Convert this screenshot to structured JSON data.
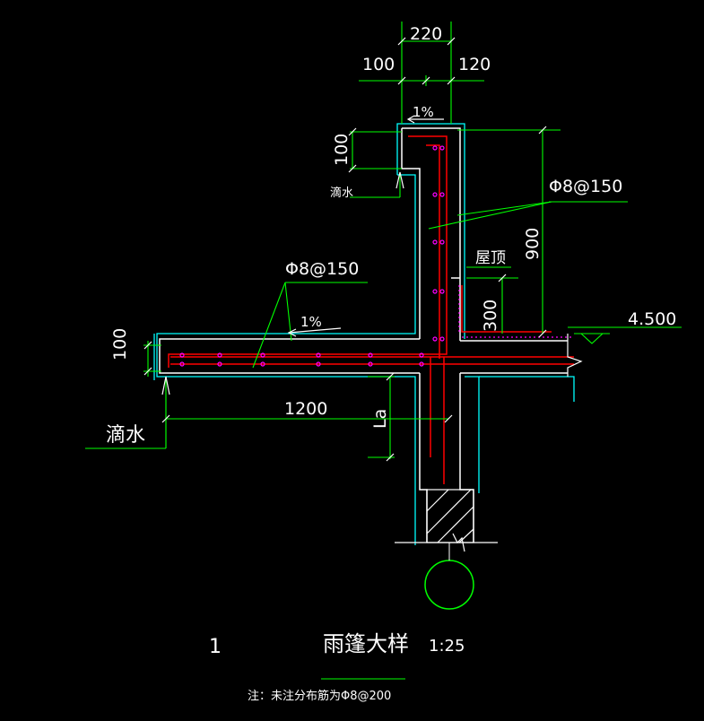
{
  "drawing": {
    "dims": {
      "d220": "220",
      "d100_top": "100",
      "d120": "120",
      "d100_upstand": "100",
      "d900": "900",
      "d300": "300",
      "d100_slab": "100",
      "d1200": "1200",
      "la": "La"
    },
    "slope_top": "1%",
    "slope_slab": "1%",
    "drip_small": "滴水",
    "drip_large": "滴水",
    "rebar_wall": "Φ8@150",
    "rebar_slab": "Φ8@150",
    "roof_label": "屋顶",
    "elevation": "4.500",
    "detail_number": "1",
    "title": "雨篷大样",
    "scale": "1:25",
    "note": "注：未注分布筋为Φ8@200"
  },
  "colors": {
    "concrete": "#ffffff",
    "cyan": "#00ffff",
    "green": "#00ff00",
    "rebar": "#ff0000",
    "rebar_dots": "#ff00ff"
  }
}
